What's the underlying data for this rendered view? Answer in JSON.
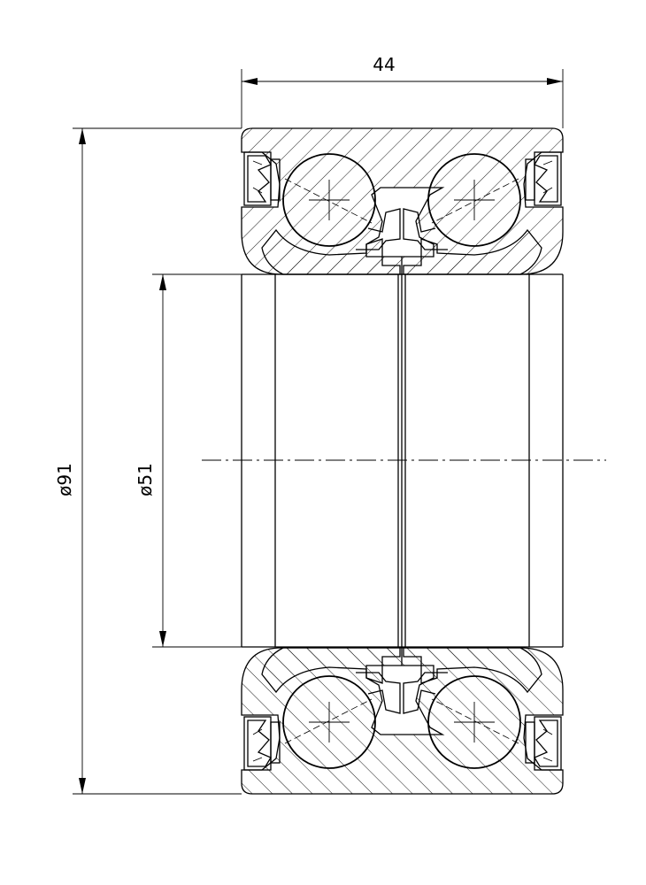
{
  "dimensions": {
    "width_label": "44",
    "outer_diameter_label": "ø91",
    "inner_diameter_label": "ø51"
  }
}
